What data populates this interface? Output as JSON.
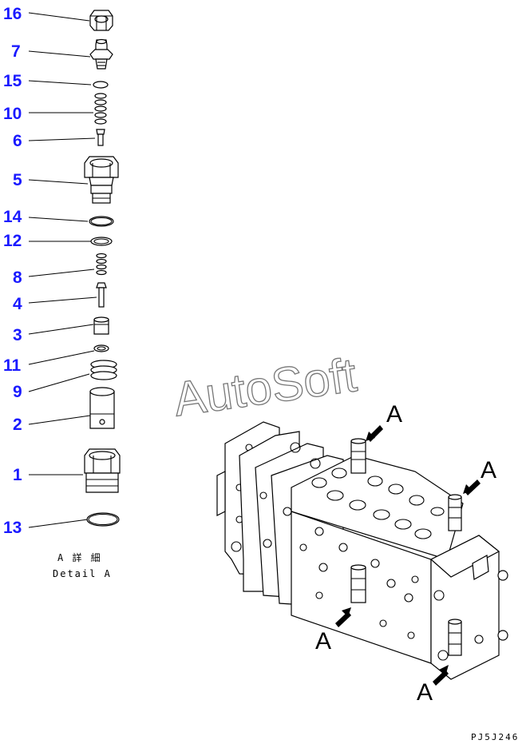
{
  "callouts": [
    {
      "number": "16"
    },
    {
      "number": "7"
    },
    {
      "number": "15"
    },
    {
      "number": "10"
    },
    {
      "number": "6"
    },
    {
      "number": "5"
    },
    {
      "number": "14"
    },
    {
      "number": "12"
    },
    {
      "number": "8"
    },
    {
      "number": "4"
    },
    {
      "number": "3"
    },
    {
      "number": "11"
    },
    {
      "number": "9"
    },
    {
      "number": "2"
    },
    {
      "number": "1"
    },
    {
      "number": "13"
    }
  ],
  "detail_caption": {
    "jp": "A 詳 細",
    "en": "Detail A"
  },
  "detail_markers": [
    "A",
    "A",
    "A",
    "A"
  ],
  "watermark": "AutoSoft",
  "drawing_code": "PJ5J246",
  "colors": {
    "callout": "#1a1aff",
    "line": "#000000",
    "background": "#ffffff"
  }
}
